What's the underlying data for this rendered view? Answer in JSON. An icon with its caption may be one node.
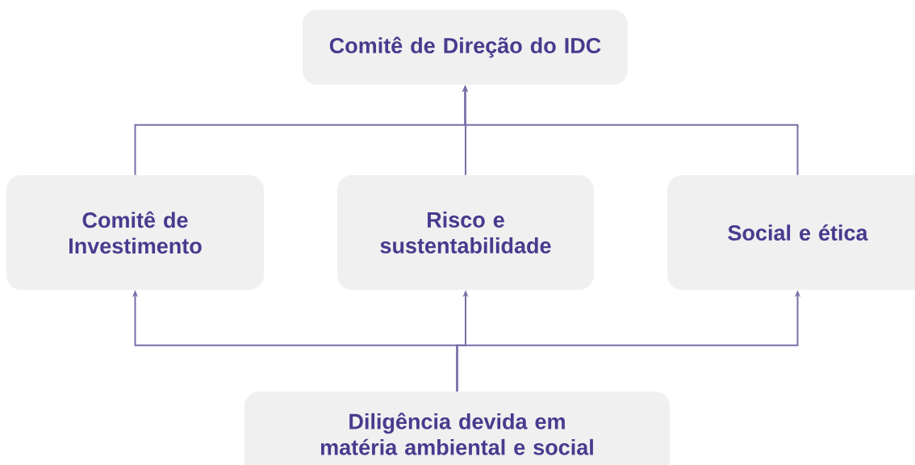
{
  "diagram": {
    "nodes": [
      {
        "text": [
          "Comitê de Direção do IDC"
        ]
      },
      {
        "text": [
          "Comitê de Investimento"
        ]
      },
      {
        "text": [
          "Risco e sustentabilidade"
        ]
      },
      {
        "text": [
          "Social e ética"
        ]
      },
      {
        "text": [
          "Diligência devida em matéria ambiental e social"
        ]
      }
    ],
    "edges": [
      {
        "from": 1,
        "to": 0,
        "arrow": "to"
      },
      {
        "from": 2,
        "to": 0,
        "arrow": "to"
      },
      {
        "from": 3,
        "to": 0,
        "arrow": "to"
      },
      {
        "from": 4,
        "to": 1,
        "arrow": "to"
      },
      {
        "from": 4,
        "to": 2,
        "arrow": "to"
      },
      {
        "from": 4,
        "to": 3,
        "arrow": "to"
      }
    ]
  }
}
